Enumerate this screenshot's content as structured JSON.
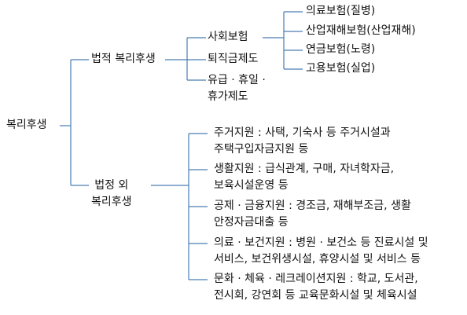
{
  "diagram": {
    "root": {
      "label": "복리후생"
    },
    "legal": {
      "label": "법적 복리후생",
      "children": [
        {
          "label": "사회보험",
          "children": [
            "의료보험(질병)",
            "산업재해보험(산업재해)",
            "연금보험(노령)",
            "고용보험(실업)"
          ]
        },
        {
          "label": "퇴직금제도"
        },
        {
          "lines": [
            "유급 · 휴일 ·",
            "휴가제도"
          ]
        }
      ]
    },
    "nonlegal": {
      "lines": [
        "법정 외",
        "복리후생"
      ],
      "children": [
        {
          "lines": [
            "주거지원 : 사택, 기숙사 등 주거시설과",
            "주택구입자금지원 등"
          ]
        },
        {
          "lines": [
            "생활지원 : 급식관계, 구매, 자녀학자금,",
            "보육시설운영 등"
          ]
        },
        {
          "lines": [
            "공제 · 금융지원 : 경조금, 재해부조금, 생활",
            "안정자금대출 등"
          ]
        },
        {
          "lines": [
            "의료 · 보건지원 : 병원 · 보건소 등 진료시설 및",
            "서비스, 보건위생시설, 휴양시설 및 서비스 등"
          ]
        },
        {
          "lines": [
            "문화 · 체육 · 레크레이션지원 : 학교, 도서관,",
            "전시회, 강연회 등 교육문화시설 및 체육시설"
          ]
        }
      ]
    },
    "line_color": "#4a7db5"
  }
}
